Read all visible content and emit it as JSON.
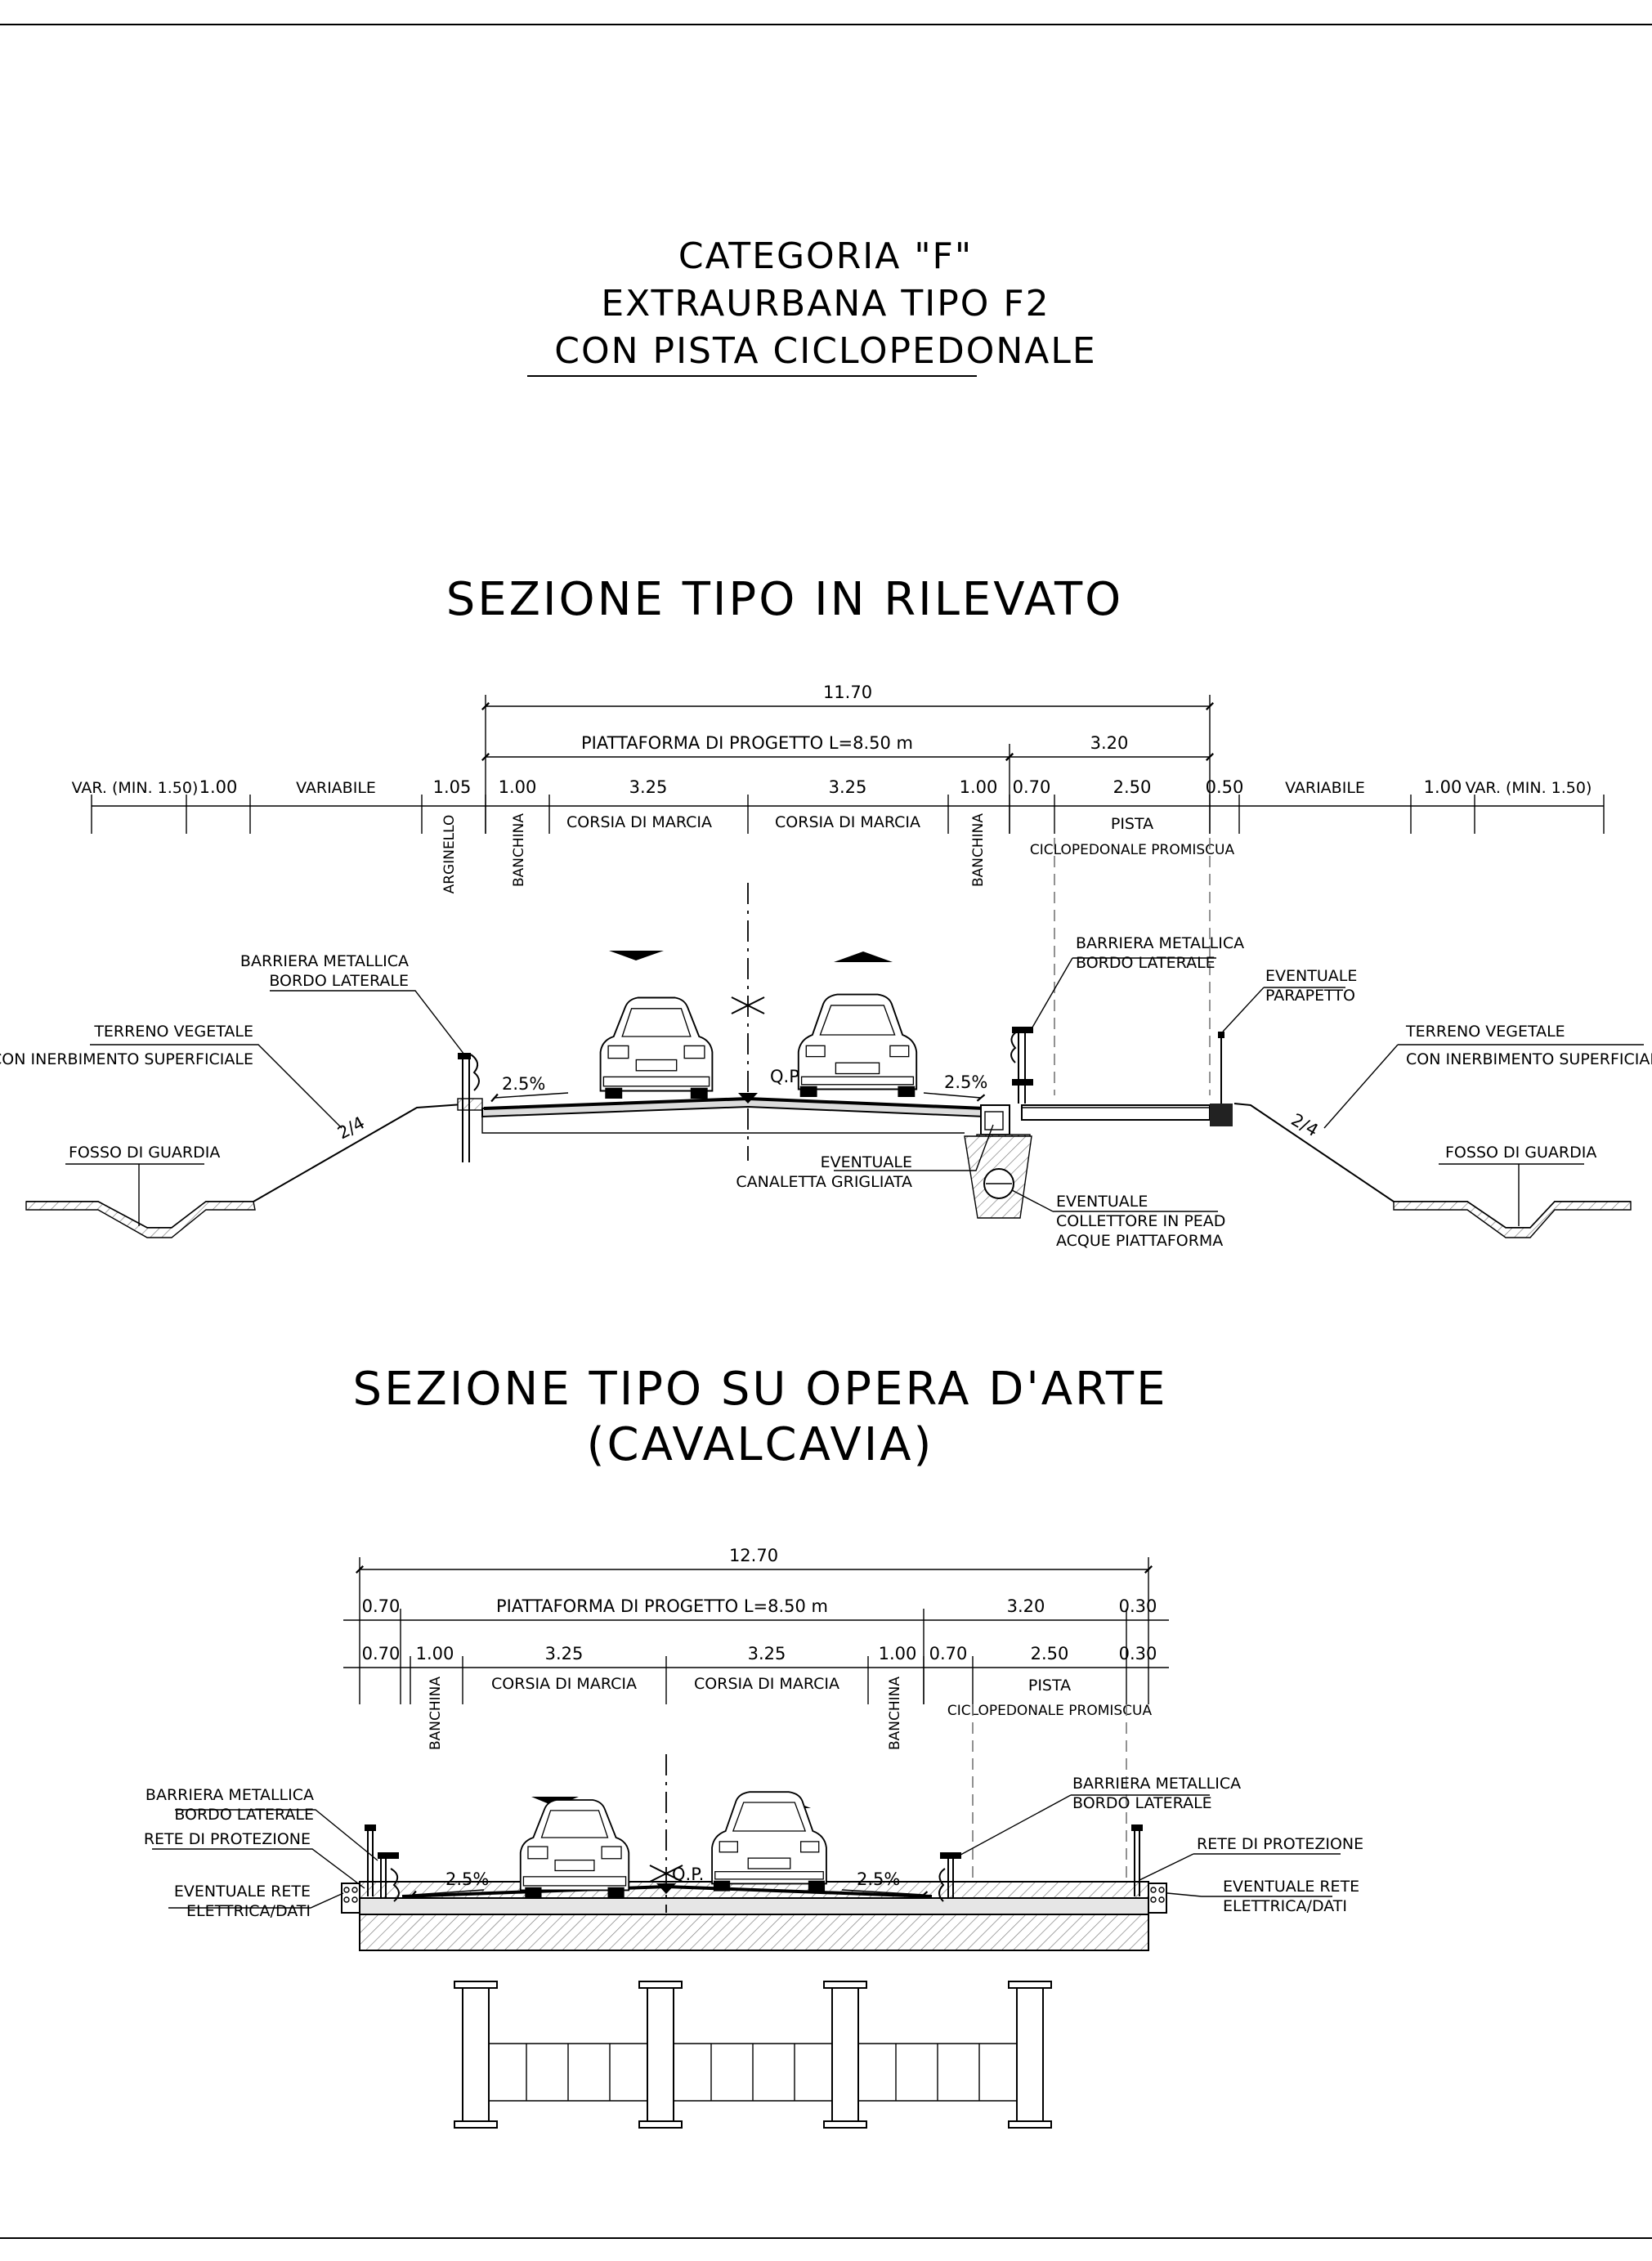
{
  "header": {
    "line1": "CATEGORIA \"F\"",
    "line2": "EXTRAURBANA TIPO F2",
    "line3": "CON PISTA CICLOPEDONALE"
  },
  "section1": {
    "title": "SEZIONE TIPO IN RILEVATO",
    "dims": {
      "total": "11.70",
      "piattaforma": "PIATTAFORMA DI PROGETTO L=8.50 m",
      "pista_total": "3.20",
      "var_min_left": "VAR. (MIN. 1.50)",
      "d100_left": "1.00",
      "variabile_left": "VARIABILE",
      "d105": "1.05",
      "d100_banchina_l": "1.00",
      "d325_l": "3.25",
      "d325_r": "3.25",
      "d100_banchina_r": "1.00",
      "d070": "0.70",
      "d250": "2.50",
      "d050": "0.50",
      "variabile_right": "VARIABILE",
      "d100_right": "1.00",
      "var_min_right": "VAR. (MIN. 1.50)"
    },
    "zones": {
      "arginello": "ARGINELLO",
      "banchina_l": "BANCHINA",
      "corsia_l": "CORSIA DI MARCIA",
      "corsia_r": "CORSIA DI MARCIA",
      "banchina_r": "BANCHINA",
      "pista1": "PISTA",
      "pista2": "CICLOPEDONALE PROMISCUA"
    },
    "labels": {
      "barriera_l1": "BARRIERA METALLICA",
      "barriera_l2": "BORDO LATERALE",
      "barriera_r1": "BARRIERA METALLICA",
      "barriera_r2": "BORDO LATERALE",
      "eventuale_parapetto1": "EVENTUALE",
      "eventuale_parapetto2": "PARAPETTO",
      "terreno_l1": "TERRENO VEGETALE",
      "terreno_l2": "CON INERBIMENTO SUPERFICIALE",
      "terreno_r1": "TERRENO VEGETALE",
      "terreno_r2": "CON INERBIMENTO SUPERFICIALE",
      "fosso_l": "FOSSO DI GUARDIA",
      "fosso_r": "FOSSO DI GUARDIA",
      "slope_l": "2.5%",
      "slope_r": "2.5%",
      "qp": "Q.P.",
      "ratio_l": "2/4",
      "ratio_r": "2/4",
      "canaletta1": "EVENTUALE",
      "canaletta2": "CANALETTA GRIGLIATA",
      "collettore1": "EVENTUALE",
      "collettore2": "COLLETTORE IN PEAD",
      "collettore3": "ACQUE PIATTAFORMA"
    }
  },
  "section2": {
    "title1": "SEZIONE TIPO SU OPERA D'ARTE",
    "title2": "(CAVALCAVIA)",
    "dims": {
      "total": "12.70",
      "d070_top": "0.70",
      "piattaforma": "PIATTAFORMA DI PROGETTO L=8.50 m",
      "pista_total": "3.20",
      "d030_top": "0.30",
      "d070_l": "0.70",
      "d100_l": "1.00",
      "d325_l": "3.25",
      "d325_r": "3.25",
      "d100_r": "1.00",
      "d070_r": "0.70",
      "d250": "2.50",
      "d030": "0.30"
    },
    "zones": {
      "banchina_l": "BANCHINA",
      "corsia_l": "CORSIA DI MARCIA",
      "corsia_r": "CORSIA DI MARCIA",
      "banchina_r": "BANCHINA",
      "pista1": "PISTA",
      "pista2": "CICLOPEDONALE PROMISCUA"
    },
    "labels": {
      "barriera_l1": "BARRIERA METALLICA",
      "barriera_l2": "BORDO LATERALE",
      "rete_l": "RETE DI PROTEZIONE",
      "elettrica_l1": "EVENTUALE RETE",
      "elettrica_l2": "ELETTRICA/DATI",
      "barriera_r1": "BARRIERA METALLICA",
      "barriera_r2": "BORDO LATERALE",
      "rete_r": "RETE DI PROTEZIONE",
      "elettrica_r1": "EVENTUALE RETE",
      "elettrica_r2": "ELETTRICA/DATI",
      "slope_l": "2.5%",
      "slope_r": "2.5%",
      "qp": "Q.P."
    }
  }
}
